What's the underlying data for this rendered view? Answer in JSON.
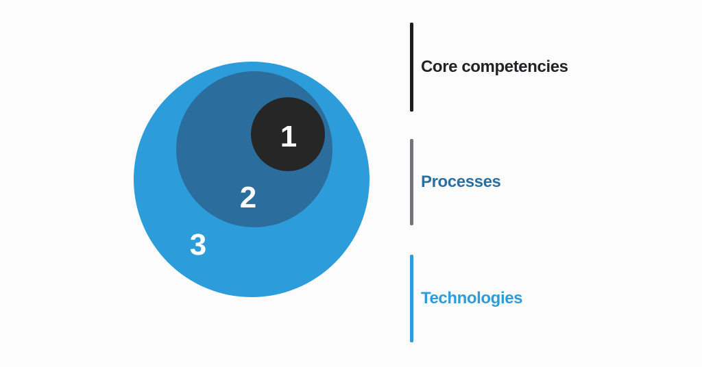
{
  "background": "#fcfcfd",
  "diagram": {
    "type": "nested-circles",
    "circles": [
      {
        "name": "Technologies",
        "number": "3",
        "color": "#2d9cdb",
        "number_color": "#ffffff"
      },
      {
        "name": "Processes",
        "number": "2",
        "color": "#2b6e9e",
        "number_color": "#ffffff"
      },
      {
        "name": "Core competencies",
        "number": "1",
        "color": "#262626",
        "number_color": "#ffffff"
      }
    ]
  },
  "legend": {
    "items": [
      {
        "label": "Core competencies",
        "bar_color": "#1d1d20",
        "text_color": "#222226"
      },
      {
        "label": "Processes",
        "bar_color": "#747478",
        "text_color": "#2b6fa1"
      },
      {
        "label": "Technologies",
        "bar_color": "#2d9cdb",
        "text_color": "#2d9cdb"
      }
    ]
  }
}
